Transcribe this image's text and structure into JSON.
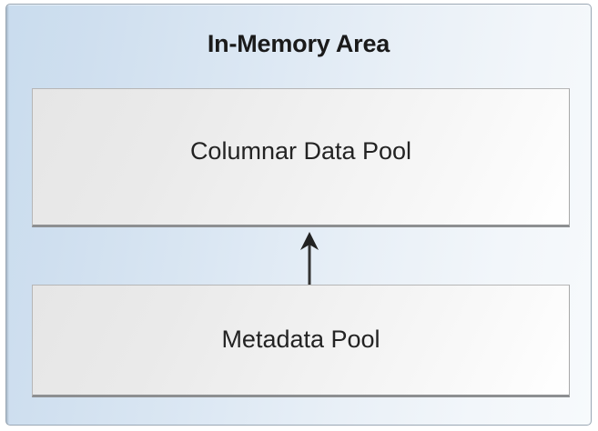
{
  "diagram": {
    "type": "block-diagram",
    "container": {
      "label": "In-Memory Area",
      "background_color": "#cfdfef",
      "border_color": "#9aa7b4"
    },
    "blocks": [
      {
        "id": "columnar-data-pool",
        "label": "Columnar Data Pool",
        "fill_color": "#f0f0f0",
        "border_color": "#b6b6b6"
      },
      {
        "id": "metadata-pool",
        "label": "Metadata Pool",
        "fill_color": "#f0f0f0",
        "border_color": "#b6b6b6"
      }
    ],
    "connectors": [
      {
        "id": "metadata-to-columnar",
        "from": "metadata-pool",
        "to": "columnar-data-pool",
        "direction": "up",
        "style": "solid-arrow",
        "color": "#333333"
      }
    ]
  }
}
